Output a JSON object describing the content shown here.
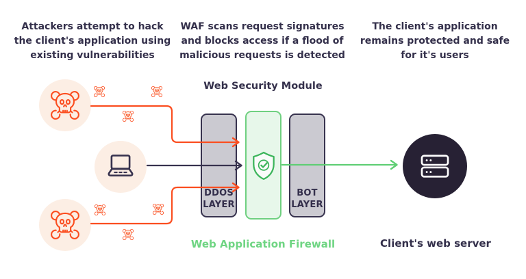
{
  "colors": {
    "orange": "#FB4E20",
    "dark_navy": "#34304B",
    "green_stroke": "#5FCE74",
    "green_text": "#6FD583",
    "green_fill": "#E7F7EA",
    "peach": "#FCEEE4",
    "layer_gray": "#CBCAD1",
    "server_bg": "#272134",
    "background": "#FFFFFF"
  },
  "headers": {
    "attackers": {
      "lines": [
        "Attackers attempt to hack",
        "the client's application using",
        "existing vulnerabilities"
      ]
    },
    "waf": {
      "lines": [
        "WAF scans request signatures",
        "and blocks access if a flood of",
        "malicious requests is detected"
      ]
    },
    "client": {
      "lines": [
        "The client's application",
        "remains protected and safe",
        "for it's users"
      ]
    }
  },
  "module": {
    "title": "Web Security Module",
    "caption": "Web Application Firewall",
    "ddos_layer": {
      "line1": "DDOS",
      "line2": "LAYER"
    },
    "bot_layer": {
      "line1": "BOT",
      "line2": "LAYER"
    }
  },
  "server": {
    "label": "Client's web server"
  },
  "icons": {
    "attacker": "skull-crossed-wrenches-icon",
    "bot": "mini-skull-bot-icon",
    "client_device": "laptop-icon",
    "firewall": "shield-check-icon",
    "web_server": "server-rack-icon"
  }
}
